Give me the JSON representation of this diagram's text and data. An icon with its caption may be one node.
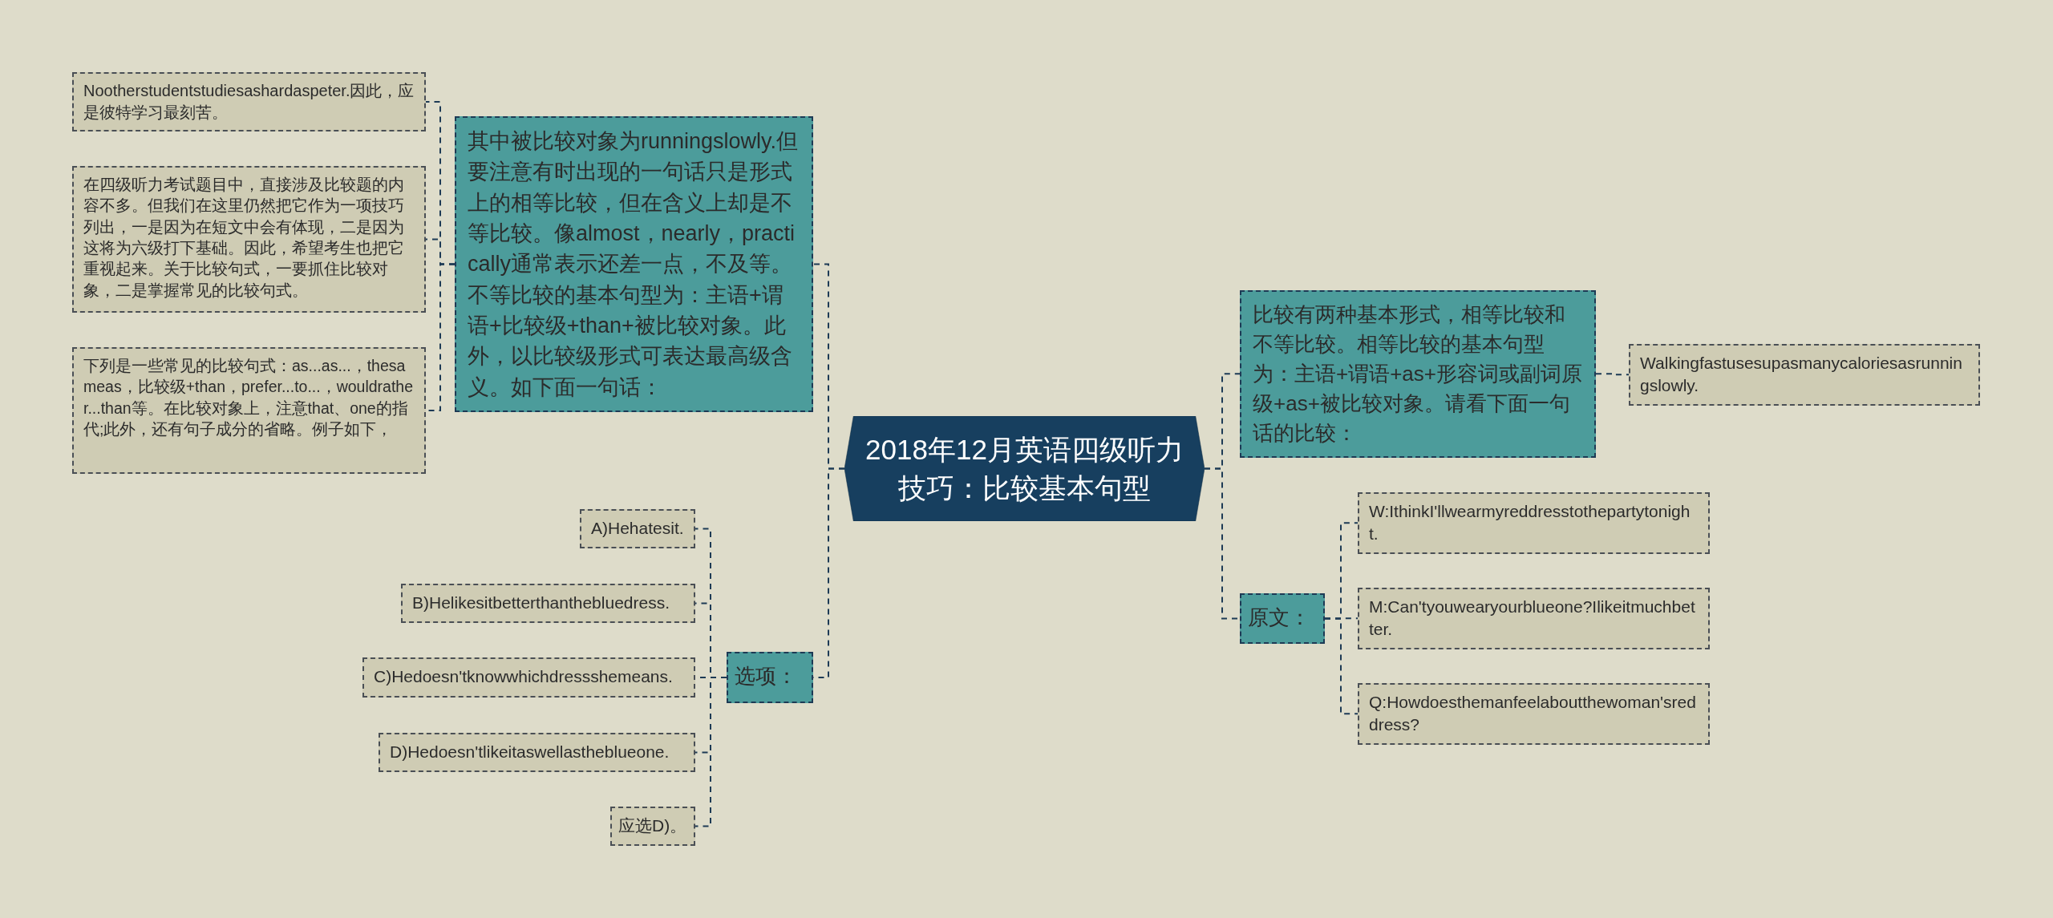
{
  "diagram": {
    "nodes": [
      {
        "text": [
          "2018年12月英语四级听力技巧：比较基本句型"
        ]
      },
      {
        "text": [
          "其中被比较对象为runningslowly.但要注意有时出现的一句话只是形式上的相等比较，但在含义上却是不等比较。像almost，nearly，practically通常表示还差一点，不及等。不等比较的基本句型为：主语+谓语+比较级+than+被比较对象。此外，以比较级形式可表达最高级含义。如下面一句话："
        ]
      },
      {
        "text": [
          "Nootherstudentstudiesashardaspeter.因此，应是彼特学习最刻苦。"
        ]
      },
      {
        "text": [
          "在四级听力考试题目中，直接涉及比较题的内容不多。但我们在这里仍然把它作为一项技巧列出，一是因为在短文中会有体现，二是因为这将为六级打下基础。因此，希望考生也把它重视起来。关于比较句式，一要抓住比较对象，二是掌握常见的比较句式。"
        ]
      },
      {
        "text": [
          "下列是一些常见的比较句式：as...as...，thesameas，比较级+than，prefer...to...，wouldrather...than等。在比较对象上，注意that、one的指代;此外，还有句子成分的省略。例子如下，"
        ]
      },
      {
        "text": [
          "选项："
        ]
      },
      {
        "text": [
          "A)Hehatesit."
        ]
      },
      {
        "text": [
          "B)Helikesitbetterthanthebluedress."
        ]
      },
      {
        "text": [
          "C)Hedoesn'tknowwhichdressshemeans."
        ]
      },
      {
        "text": [
          "D)Hedoesn'tlikeitaswellastheblueone."
        ]
      },
      {
        "text": [
          "应选D)。"
        ]
      },
      {
        "text": [
          "比较有两种基本形式，相等比较和不等比较。相等比较的基本句型为：主语+谓语+as+形容词或副词原级+as+被比较对象。请看下面一句话的比较："
        ]
      },
      {
        "text": [
          "Walkingfastusesupasmanycaloriesasrunningslowly."
        ]
      },
      {
        "text": [
          "原文："
        ]
      },
      {
        "text": [
          "W:IthinkI'llwearmyreddresstothepartytonight."
        ]
      },
      {
        "text": [
          "M:Can'tyouwearyourblueone?Ilikeitmuchbetter."
        ]
      },
      {
        "text": [
          "Q:Howdoesthemanfeelaboutthewoman'sreddress?"
        ]
      }
    ],
    "edges": [
      {
        "from": 0,
        "to": 1,
        "arrow": "none"
      },
      {
        "from": 0,
        "to": 5,
        "arrow": "none"
      },
      {
        "from": 0,
        "to": 11,
        "arrow": "none"
      },
      {
        "from": 0,
        "to": 13,
        "arrow": "none"
      },
      {
        "from": 1,
        "to": 2,
        "arrow": "none"
      },
      {
        "from": 1,
        "to": 3,
        "arrow": "none"
      },
      {
        "from": 1,
        "to": 4,
        "arrow": "none"
      },
      {
        "from": 5,
        "to": 6,
        "arrow": "none"
      },
      {
        "from": 5,
        "to": 7,
        "arrow": "none"
      },
      {
        "from": 5,
        "to": 8,
        "arrow": "none"
      },
      {
        "from": 5,
        "to": 9,
        "arrow": "none"
      },
      {
        "from": 5,
        "to": 10,
        "arrow": "none"
      },
      {
        "from": 11,
        "to": 12,
        "arrow": "none"
      },
      {
        "from": 13,
        "to": 14,
        "arrow": "none"
      },
      {
        "from": 13,
        "to": 15,
        "arrow": "none"
      },
      {
        "from": 13,
        "to": 16,
        "arrow": "none"
      }
    ]
  }
}
